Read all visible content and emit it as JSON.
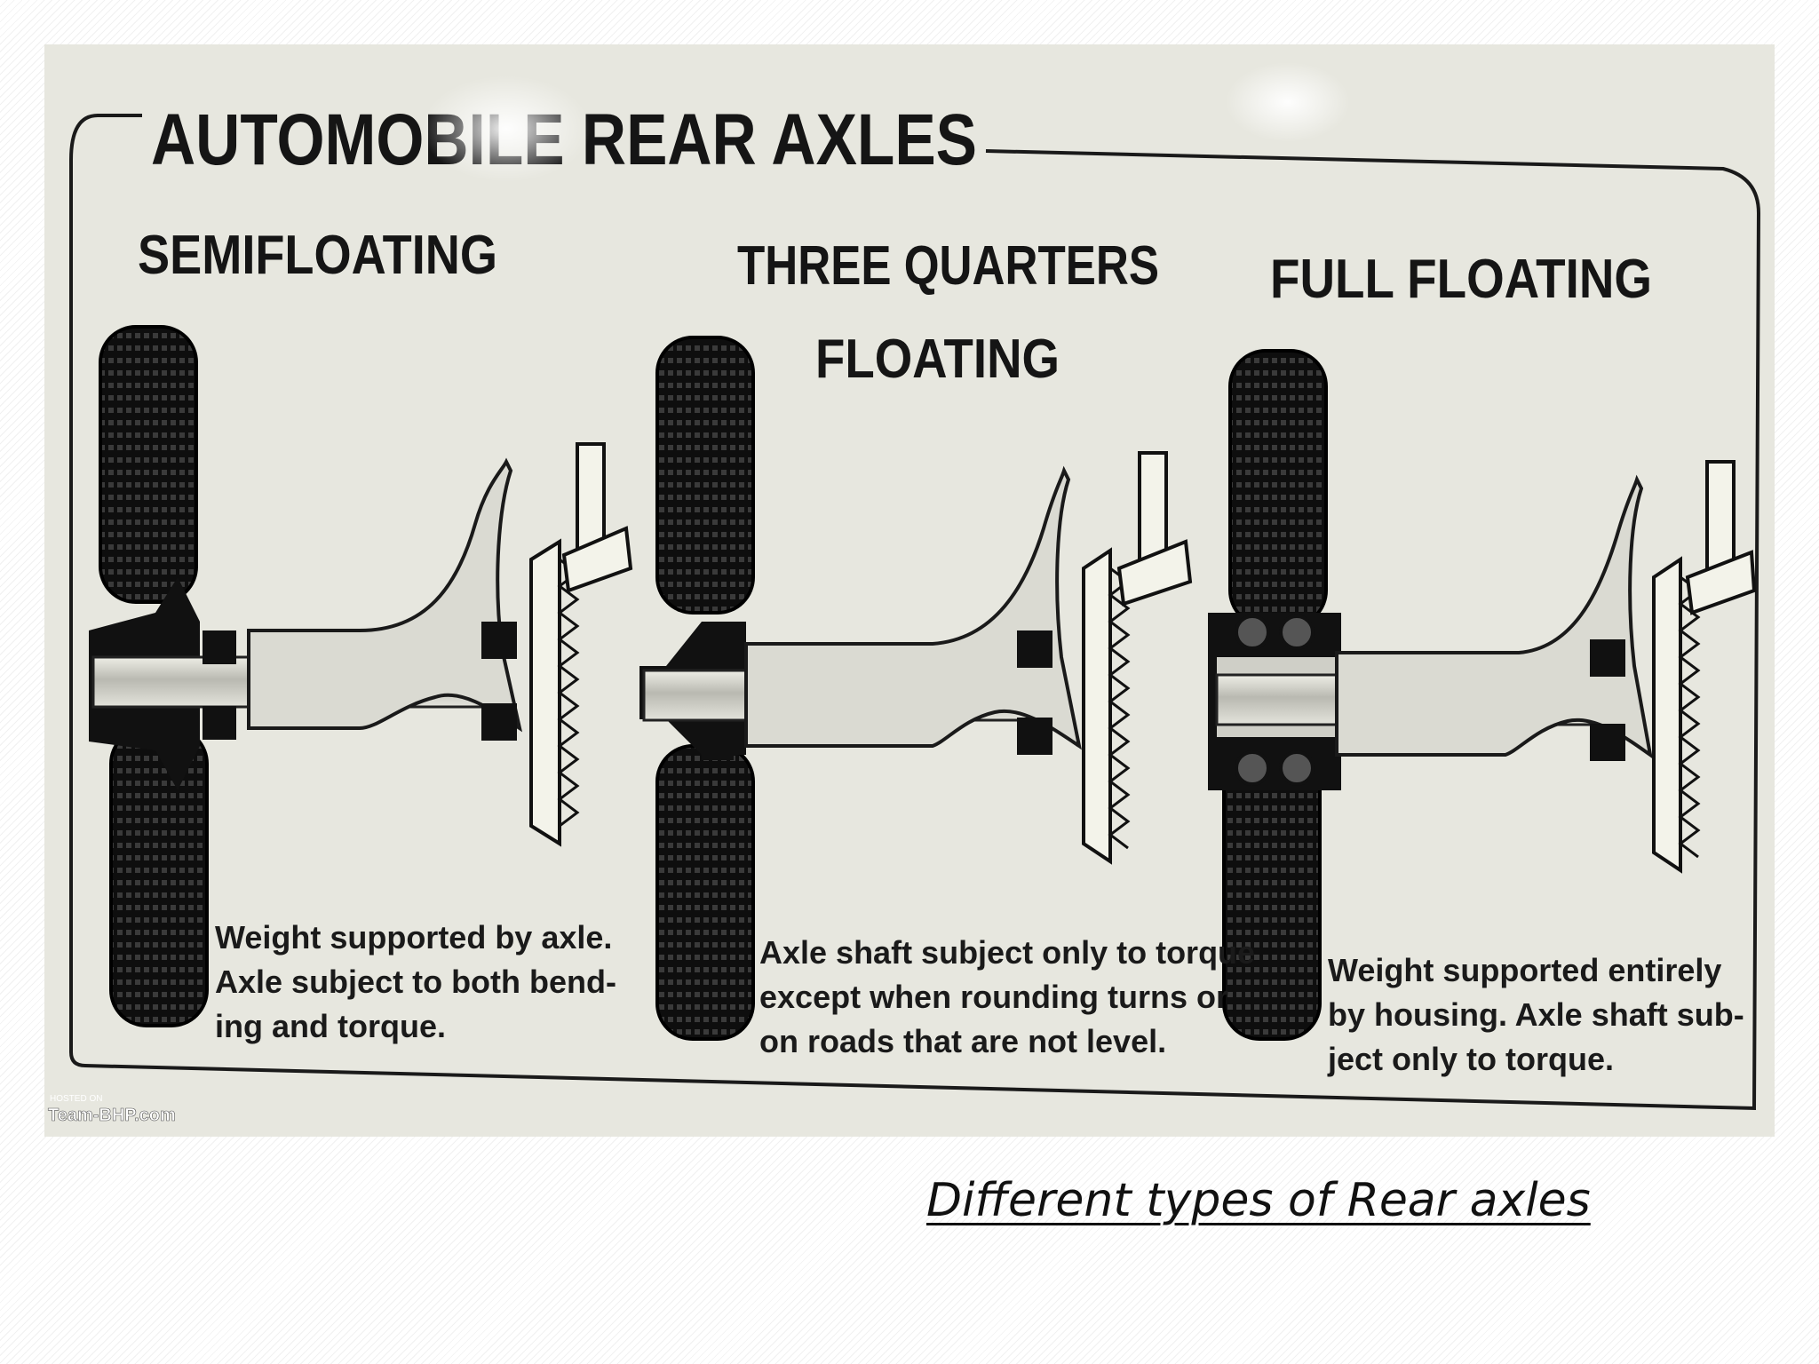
{
  "poster": {
    "title": "AUTOMOBILE REAR AXLES",
    "panels": [
      {
        "heading": [
          "SEMIFLOATING"
        ],
        "note": [
          "Weight supported by axle.",
          "Axle subject to both bend-",
          "ing and torque."
        ]
      },
      {
        "heading": [
          "THREE QUARTERS",
          "FLOATING"
        ],
        "note": [
          "Axle shaft subject only to torque",
          "except when rounding turns or",
          "on roads that are not level."
        ]
      },
      {
        "heading": [
          "FULL FLOATING"
        ],
        "note": [
          "Weight supported entirely",
          "by housing. Axle shaft sub-",
          "ject only to torque."
        ]
      }
    ],
    "watermark": [
      "HOSTED ON",
      "Team-BHP.com"
    ]
  },
  "caption": "Different types of Rear axles"
}
